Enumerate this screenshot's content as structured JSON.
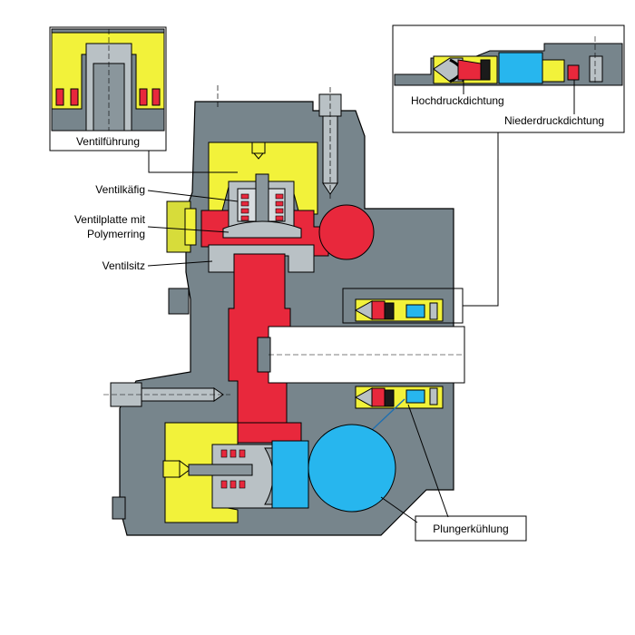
{
  "labels": {
    "ventilfuehrung": "Ventilführung",
    "ventilkaefig": "Ventilkäfig",
    "ventilplatte_line1": "Ventilplatte mit",
    "ventilplatte_line2": "Polymerring",
    "ventilsitz": "Ventilsitz",
    "hochdruckdichtung": "Hochdruckdichtung",
    "niederdruckdichtung": "Niederdruckdichtung",
    "plungerkuehlung": "Plungerkühlung"
  },
  "colors": {
    "housing": "#77858c",
    "housing_dark": "#5d6a70",
    "high_pressure": "#e8283c",
    "low_pressure": "#f2f23a",
    "cooling": "#27b6ee",
    "plunger": "#ffffff",
    "valve_grey": "#b9c1c5",
    "outline": "#000000"
  }
}
